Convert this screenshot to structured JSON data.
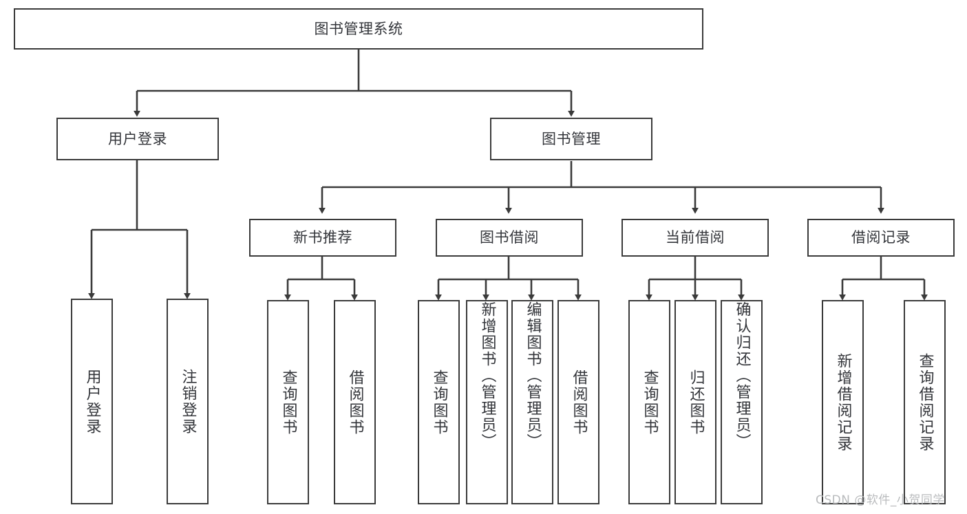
{
  "diagram": {
    "title": "图书管理系统",
    "type": "tree-hierarchy-chart",
    "colors": {
      "box_border": "#3a3a3a",
      "box_fill": "#ffffff",
      "text": "#33353a",
      "connector": "#3a3a3a",
      "watermark": "#b9bbbd",
      "background": "#ffffff"
    },
    "root": {
      "label": "图书管理系统",
      "orientation": "horizontal"
    },
    "level2": [
      {
        "label": "用户登录",
        "orientation": "horizontal"
      },
      {
        "label": "图书管理",
        "orientation": "horizontal"
      }
    ],
    "level3": [
      {
        "label": "新书推荐",
        "orientation": "horizontal",
        "parent": "图书管理"
      },
      {
        "label": "图书借阅",
        "orientation": "horizontal",
        "parent": "图书管理"
      },
      {
        "label": "当前借阅",
        "orientation": "horizontal",
        "parent": "图书管理"
      },
      {
        "label": "借阅记录",
        "orientation": "horizontal",
        "parent": "图书管理"
      }
    ],
    "leaves": {
      "用户登录": [
        {
          "label": "用户登录",
          "orientation": "vertical"
        },
        {
          "label": "注销登录",
          "orientation": "vertical"
        }
      ],
      "新书推荐": [
        {
          "label": "查询图书",
          "orientation": "vertical"
        },
        {
          "label": "借阅图书",
          "orientation": "vertical"
        }
      ],
      "图书借阅": [
        {
          "label": "查询图书",
          "orientation": "vertical"
        },
        {
          "label": "新增图书（管理员）",
          "orientation": "vertical"
        },
        {
          "label": "编辑图书（管理员）",
          "orientation": "vertical"
        },
        {
          "label": "借阅图书",
          "orientation": "vertical"
        }
      ],
      "当前借阅": [
        {
          "label": "查询图书",
          "orientation": "vertical"
        },
        {
          "label": "归还图书",
          "orientation": "vertical"
        },
        {
          "label": "确认归还（管理员）",
          "orientation": "vertical"
        }
      ],
      "借阅记录": [
        {
          "label": "新增借阅记录",
          "orientation": "vertical"
        },
        {
          "label": "查询借阅记录",
          "orientation": "vertical"
        }
      ]
    },
    "watermark": "CSDN @软件_小贺同学"
  }
}
